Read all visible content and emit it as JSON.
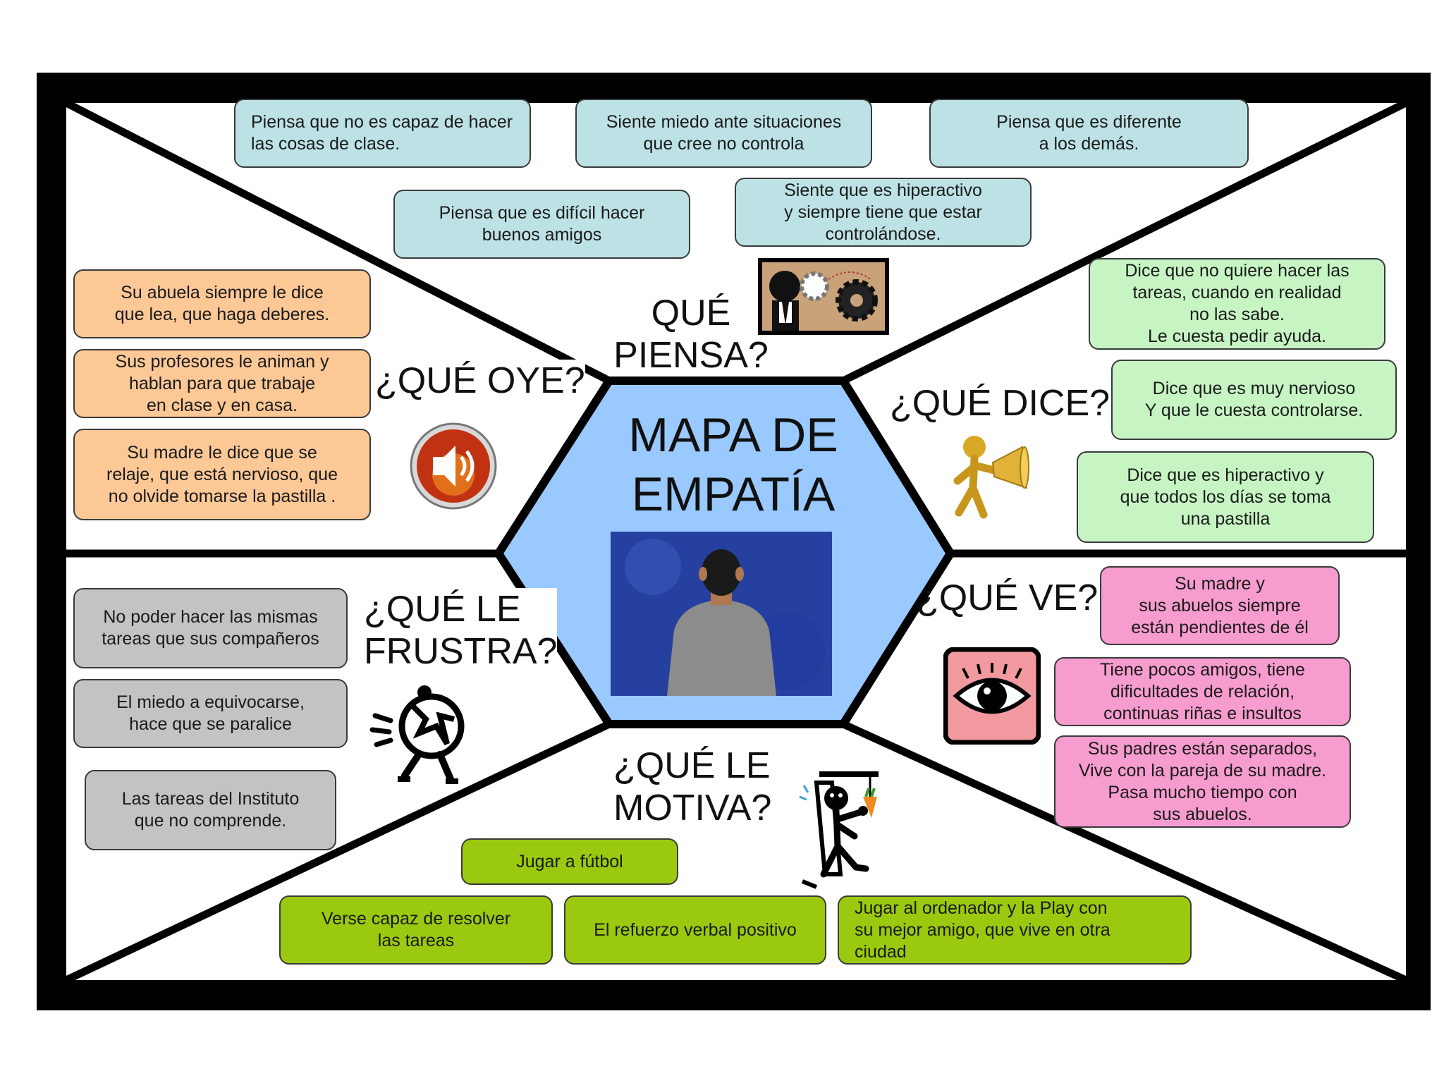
{
  "title": "MAPA DE\nEMPATÍA",
  "headings": {
    "piensa": "QUÉ\nPIENSA?",
    "oye": "¿QUÉ OYE?",
    "dice": "¿QUÉ DICE?",
    "ve": "¿QUÉ VE?",
    "frustra": "¿QUÉ LE\nFRUSTRA?",
    "motiva": "¿QUÉ LE\nMOTIVA?"
  },
  "piensa": [
    "Piensa que no es capaz de hacer\nlas cosas de clase.",
    "Siente miedo ante situaciones\nque cree no controla",
    "Piensa que es diferente\na los demás.",
    "Piensa que es difícil hacer\nbuenos amigos",
    "Siente que es hiperactivo\ny siempre tiene que estar\ncontrolándose."
  ],
  "oye": [
    "Su abuela siempre le dice\nque lea, que haga deberes.",
    "Sus profesores le animan y\nhablan para que trabaje\nen clase y en casa.",
    "Su madre le dice que se\nrelaje, que está nervioso, que\nno olvide tomarse la pastilla ."
  ],
  "dice": [
    "Dice que no quiere hacer las\ntareas, cuando en realidad\nno las sabe.\nLe cuesta pedir ayuda.",
    "Dice que es muy nervioso\nY que le cuesta controlarse.",
    "Dice que es hiperactivo y\nque todos los días se toma\nuna pastilla"
  ],
  "ve": [
    "Su madre y\nsus abuelos siempre\nestán pendientes de él",
    "Tiene pocos amigos, tiene\ndificultades de relación,\ncontinuas riñas e insultos",
    "Sus padres están separados,\nVive con la pareja de su madre.\nPasa mucho tiempo con\nsus abuelos."
  ],
  "frustra": [
    "No poder hacer las mismas\ntareas que sus compañeros",
    "El miedo a equivocarse,\nhace  que se paralice",
    "Las tareas del Instituto\nque no comprende."
  ],
  "motiva": [
    "Jugar a fútbol",
    "Verse capaz de resolver\nlas tareas",
    "El refuerzo verbal positivo",
    "Jugar al ordenador y la Play con\n su mejor  amigo, que vive en otra\nciudad"
  ],
  "colors": {
    "frame": "#000000",
    "hexagon": "#99c9ff",
    "piensa": "#bde2e6",
    "oye": "#fcc896",
    "dice": "#c6f5c3",
    "ve": "#f79ccf",
    "frustra": "#c3c3c3",
    "motiva": "#9ac90f"
  },
  "icons": {
    "piensa": "thinking-gears-icon",
    "oye": "speaker-icon",
    "dice": "megaphone-figure-icon",
    "ve": "eye-icon",
    "frustra": "frustrated-figure-icon",
    "motiva": "carrot-motivation-icon",
    "photo": "boy-facing-wall-photo"
  }
}
